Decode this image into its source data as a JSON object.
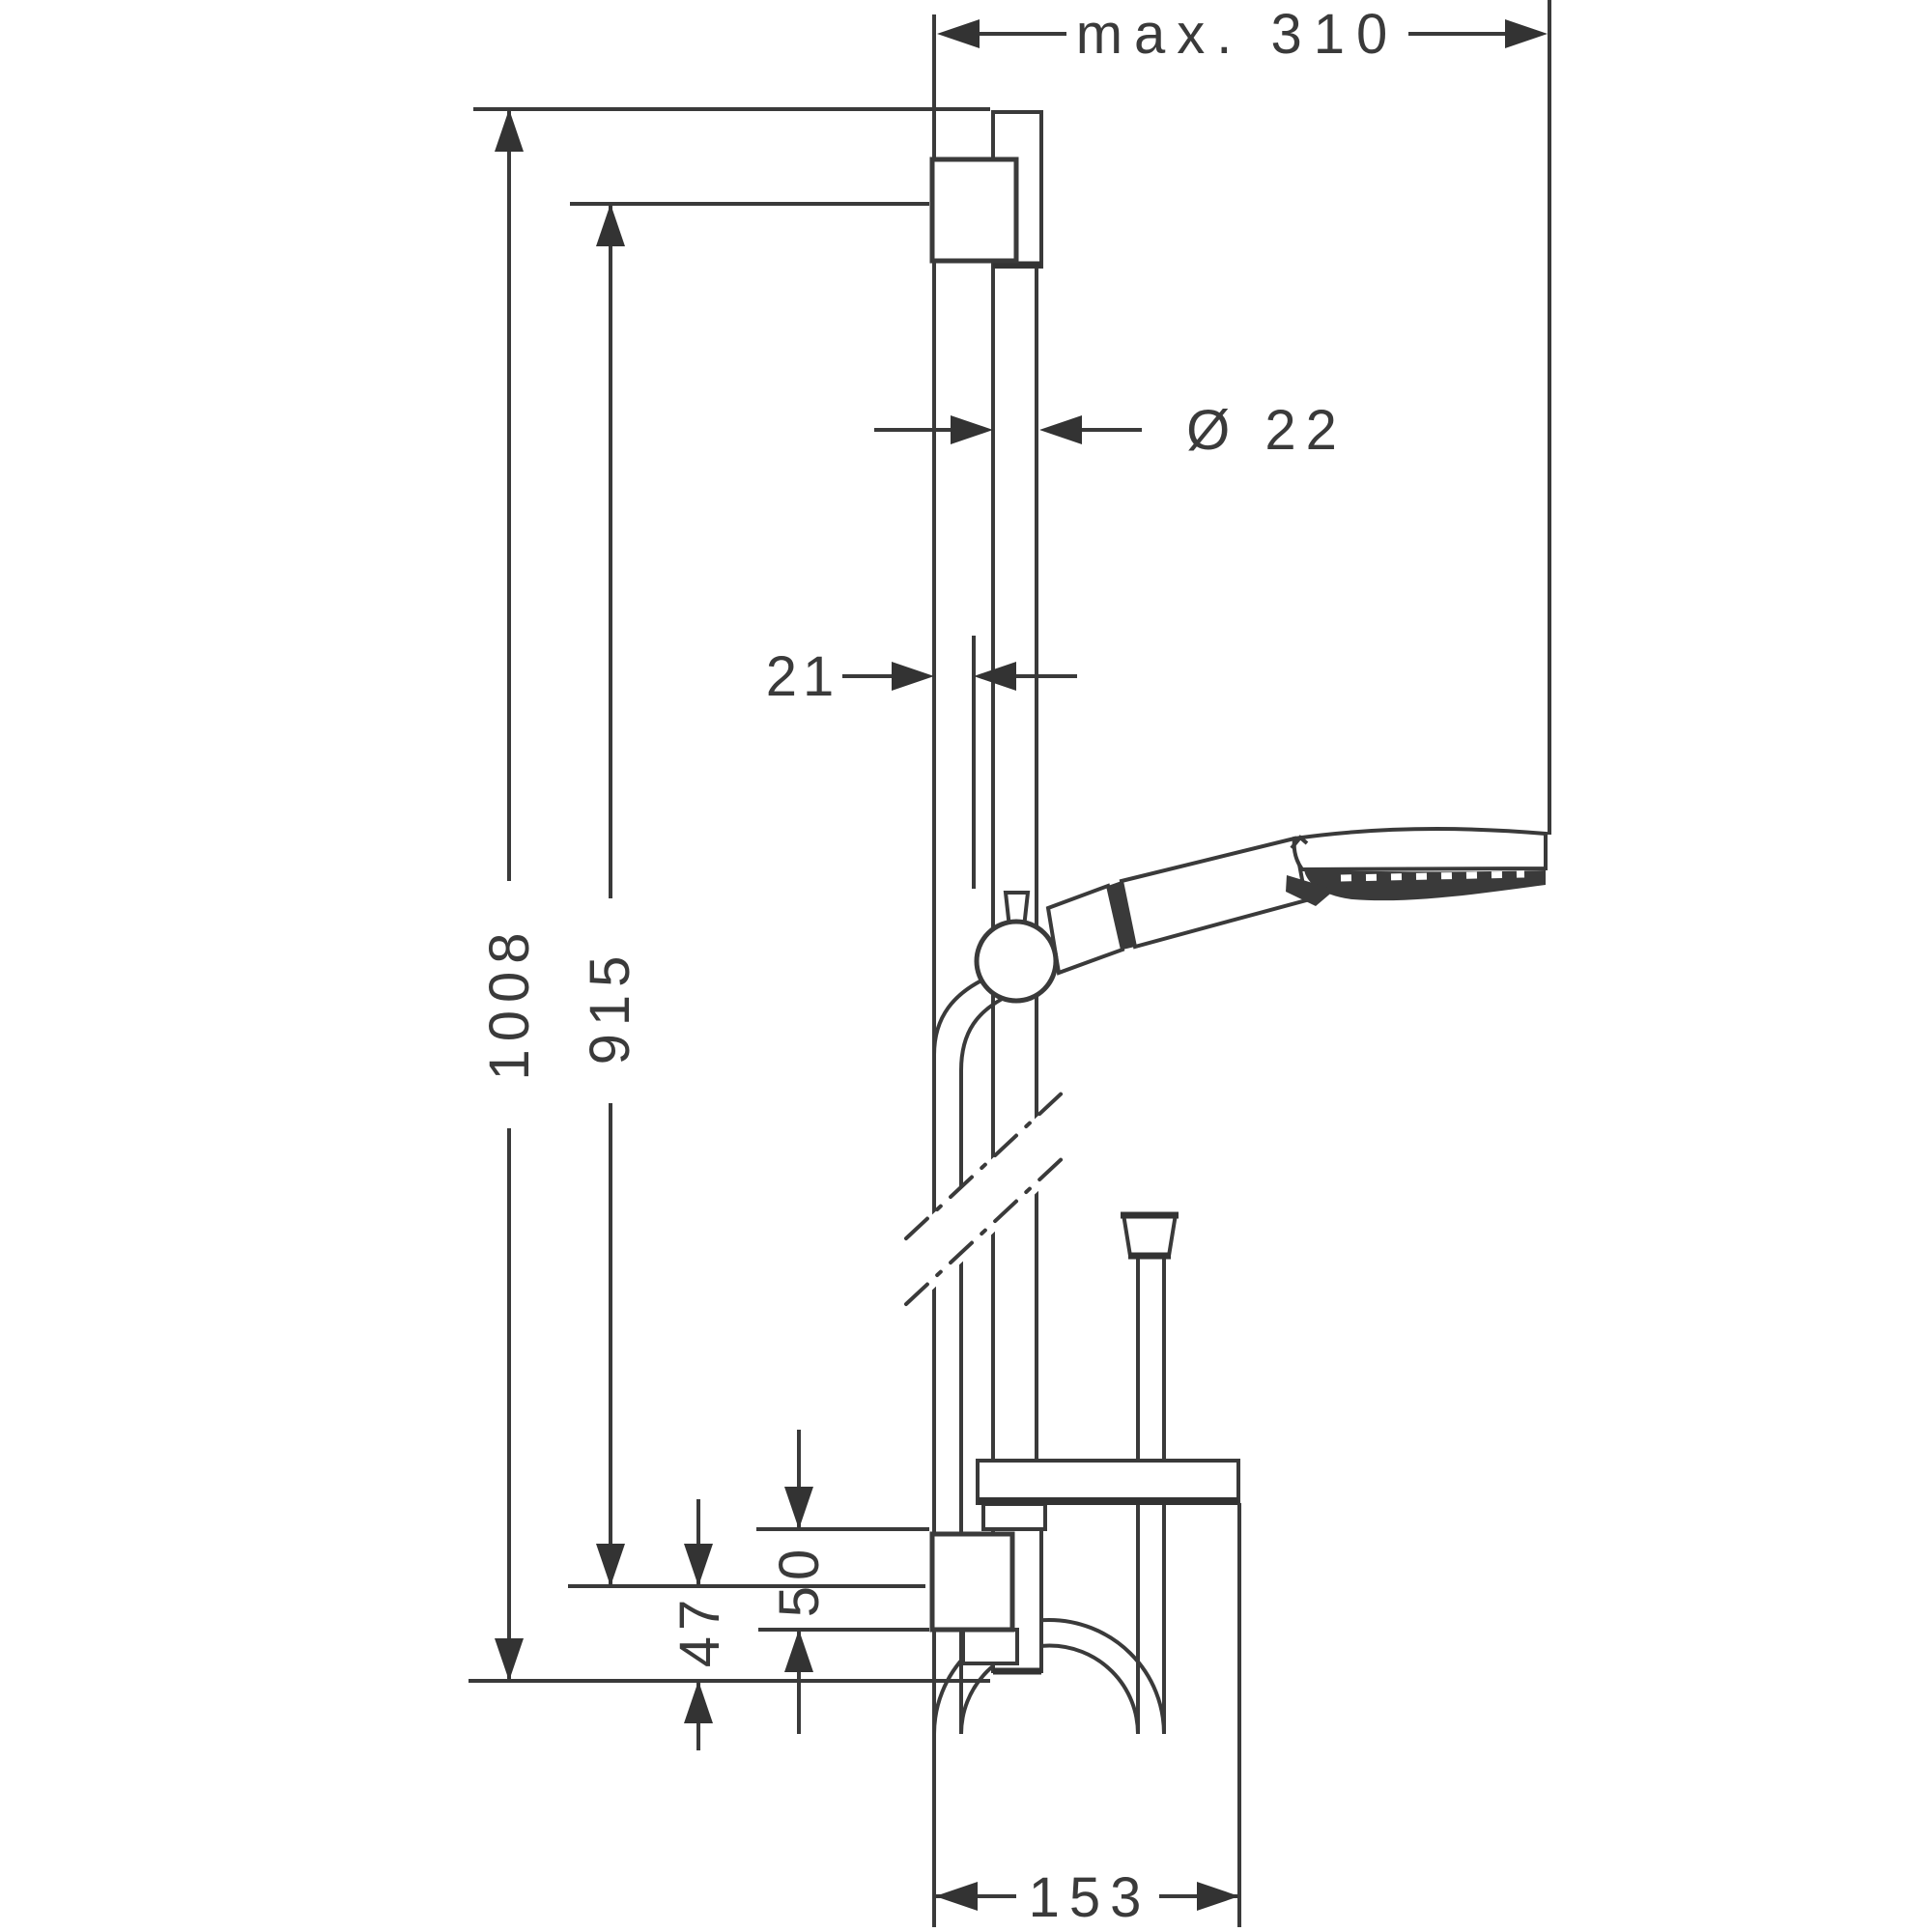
{
  "diagram": {
    "name": "shower-rail-set-technical-drawing",
    "colors": {
      "line": "#3a3a3a",
      "heavy_line": "#333333",
      "background": "#ffffff"
    },
    "dimensions": {
      "max_reach": {
        "label": "max. 310",
        "orientation": "horizontal"
      },
      "rail_diameter": {
        "label": "Ø 22",
        "orientation": "horizontal"
      },
      "offset": {
        "label": "21",
        "orientation": "horizontal"
      },
      "overall_height": {
        "label": "1008",
        "orientation": "vertical"
      },
      "hole_distance": {
        "label": "915",
        "orientation": "vertical"
      },
      "bottom_offset": {
        "label": "47",
        "orientation": "vertical"
      },
      "bracket_height": {
        "label": "50",
        "orientation": "vertical"
      },
      "bottom_width": {
        "label": "153",
        "orientation": "horizontal"
      }
    }
  }
}
